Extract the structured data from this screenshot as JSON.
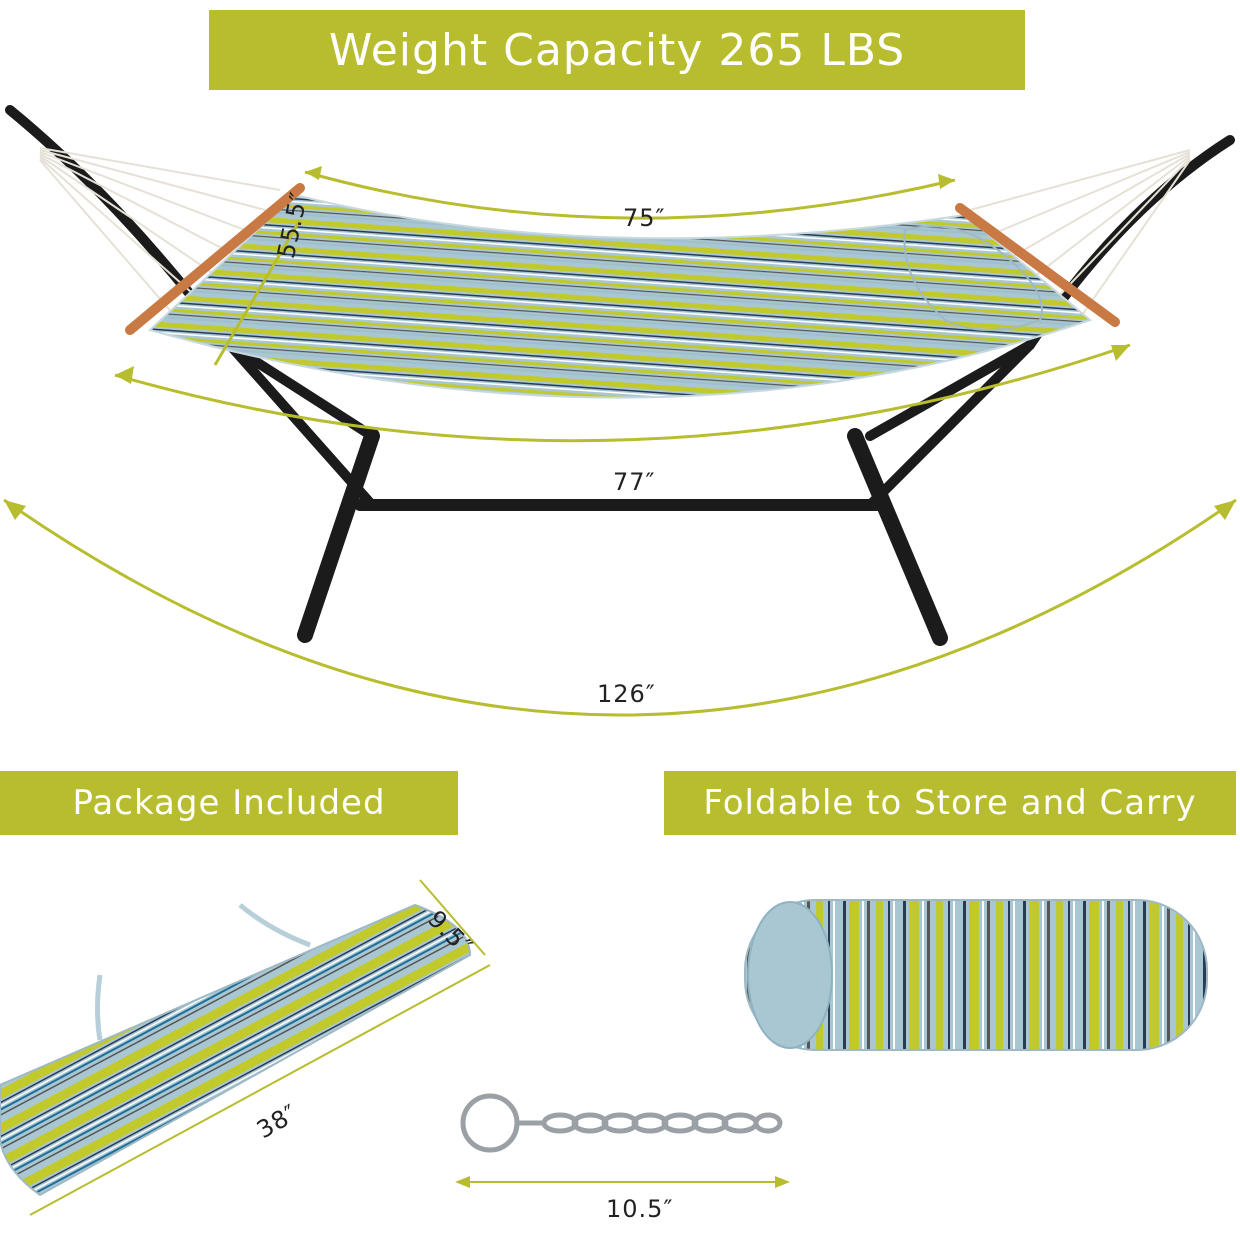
{
  "banners": {
    "weight": "Weight Capacity 265 LBS",
    "package": "Package Included",
    "foldable": "Foldable to Store and Carry"
  },
  "dimensions": {
    "bed_length": "75″",
    "bed_width": "55.5″",
    "spreader_span": "77″",
    "total_length": "126″",
    "bag_width": "9.5″",
    "bag_length": "38″",
    "chain_length": "10.5″"
  },
  "colors": {
    "accent": "#b7bd2e",
    "stripe_green": "#c2c92a",
    "stripe_blue": "#a9c7d3",
    "frame": "#1b1b1b",
    "wood": "#c97a44"
  }
}
